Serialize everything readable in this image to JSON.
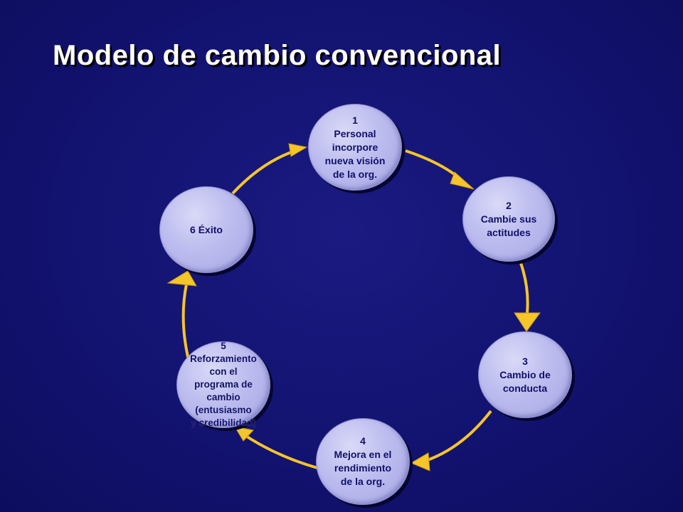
{
  "slide": {
    "title": "Modelo de cambio convencional"
  },
  "colors": {
    "background": "#12126f",
    "node_fill": "#bcbcef",
    "node_text": "#10106b",
    "arrow": "#f5c52a",
    "title": "#ffffff"
  },
  "cycle": {
    "nodes": [
      {
        "id": "1",
        "label": "1\nPersonal\nincorpore\nnueva visión\nde la org."
      },
      {
        "id": "2",
        "label": "2\nCambie sus\nactitudes"
      },
      {
        "id": "3",
        "label": "3\nCambio de\nconducta"
      },
      {
        "id": "4",
        "label": "4\nMejora en el\nrendimiento\nde la org."
      },
      {
        "id": "5",
        "label": "5\nReforzamiento\ncon el\nprograma de\ncambio (entusiasmo\ny credibilidad)"
      },
      {
        "id": "6",
        "label": "6 Éxito"
      }
    ],
    "arrows": [
      {
        "from": "1",
        "to": "2"
      },
      {
        "from": "2",
        "to": "3"
      },
      {
        "from": "3",
        "to": "4"
      },
      {
        "from": "4",
        "to": "5"
      },
      {
        "from": "5",
        "to": "6"
      },
      {
        "from": "6",
        "to": "1"
      }
    ]
  }
}
